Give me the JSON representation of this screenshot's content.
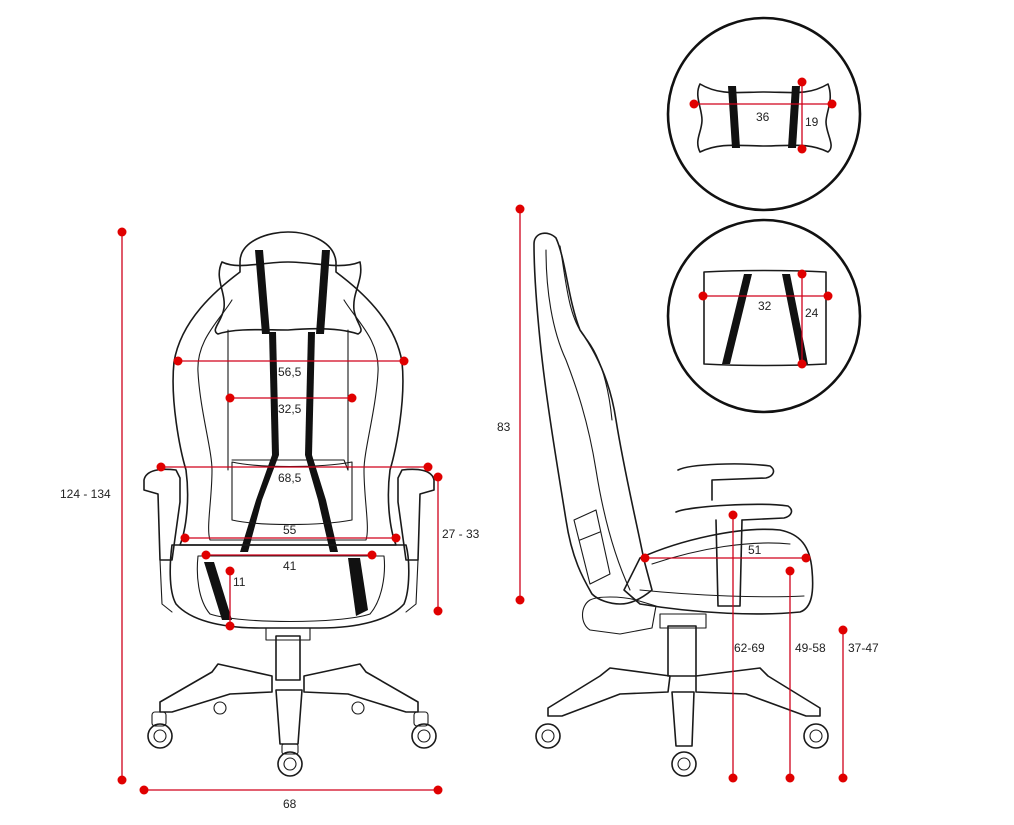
{
  "colors": {
    "dimension": "#d0021b",
    "dot": "#e00000",
    "outline": "#1a1a1a",
    "label": "#222222"
  },
  "dimensions": {
    "total_height": "124 - 134",
    "base_width": "68",
    "backrest_top_width": "56,5",
    "backrest_inner_width": "32,5",
    "armrest_span": "68,5",
    "seat_width": "55",
    "seat_inner_width": "41",
    "seat_cushion_height": "11",
    "armrest_height": "27 - 33",
    "backrest_height": "83",
    "seat_depth": "51",
    "armrest_floor_height": "62-69",
    "seat_floor_height": "49-58",
    "min_height": "37-47",
    "head_pillow_width": "36",
    "head_pillow_height": "19",
    "lumbar_pillow_width": "32",
    "lumbar_pillow_height": "24"
  }
}
